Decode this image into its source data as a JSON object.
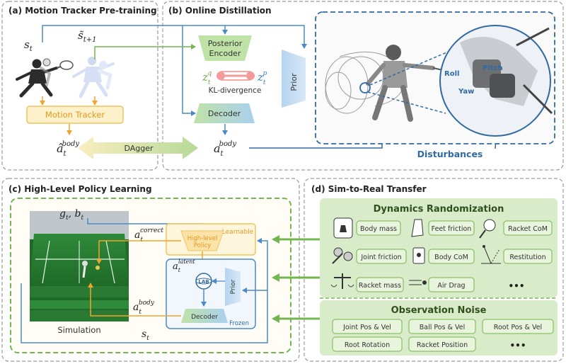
{
  "panels": {
    "a": {
      "title": "(a) Motion Tracker Pre-training",
      "s_t": "s",
      "s_t_sub": "t",
      "s_next": "s̃",
      "s_next_sub": "t+1",
      "tracker_label": "Motion Tracker",
      "a_hat": "â",
      "a_hat_sub": "t",
      "a_hat_sup": "body"
    },
    "b": {
      "title": "(b) Online Distillation",
      "posterior_line1": "Posterior",
      "posterior_line2": "Encoder",
      "zq": "z",
      "zq_sub": "t",
      "zq_sup": "q",
      "zp": "z",
      "zp_sub": "t",
      "zp_sup": "p",
      "kl": "KL-divergence",
      "prior": "Prior",
      "decoder": "Decoder",
      "dagger": "DAgger",
      "a_body": "a",
      "a_body_sub": "t",
      "a_body_sup": "body",
      "roll": "Roll",
      "pitch": "Pitch",
      "yaw": "Yaw",
      "disturbances": "Disturbances"
    },
    "c": {
      "title": "(c) High-Level Policy Learning",
      "gb": "g",
      "gb_sub": "t",
      "gb_b": "b",
      "gb_b_sub": "t",
      "a_correct": "a",
      "a_correct_sub": "t",
      "a_correct_sup": "correct",
      "learnable": "Learnable",
      "hl_line1": "High-level",
      "hl_line2": "Policy",
      "a_latent": "a",
      "a_latent_sub": "t",
      "a_latent_sup": "latent",
      "lab": "LAB",
      "prior": "Prior",
      "a_body": "a",
      "a_body_sub": "t",
      "a_body_sup": "body",
      "decoder": "Decoder",
      "frozen": "Frozen",
      "simulation": "Simulation",
      "s": "s",
      "s_sub": "t"
    },
    "d": {
      "title": "(d) Sim-to-Real Transfer",
      "dyn_title": "Dynamics Randomization",
      "dyn_items": [
        "Body mass",
        "Feet friction",
        "Racket CoM",
        "Joint friction",
        "Body CoM",
        "Restitution",
        "Racket mass",
        "Air Drag",
        "•••"
      ],
      "obs_title": "Observation Noise",
      "obs_items": [
        "Joint Pos & Vel",
        "Ball Pos & Vel",
        "Root Pos & Vel",
        "Root Rotation",
        "Racket Position",
        "•••"
      ]
    }
  },
  "colors": {
    "green": "#73b54e",
    "blue": "#3a7fc1",
    "orange": "#f1a42b",
    "darkblue": "#2f6aa3"
  }
}
